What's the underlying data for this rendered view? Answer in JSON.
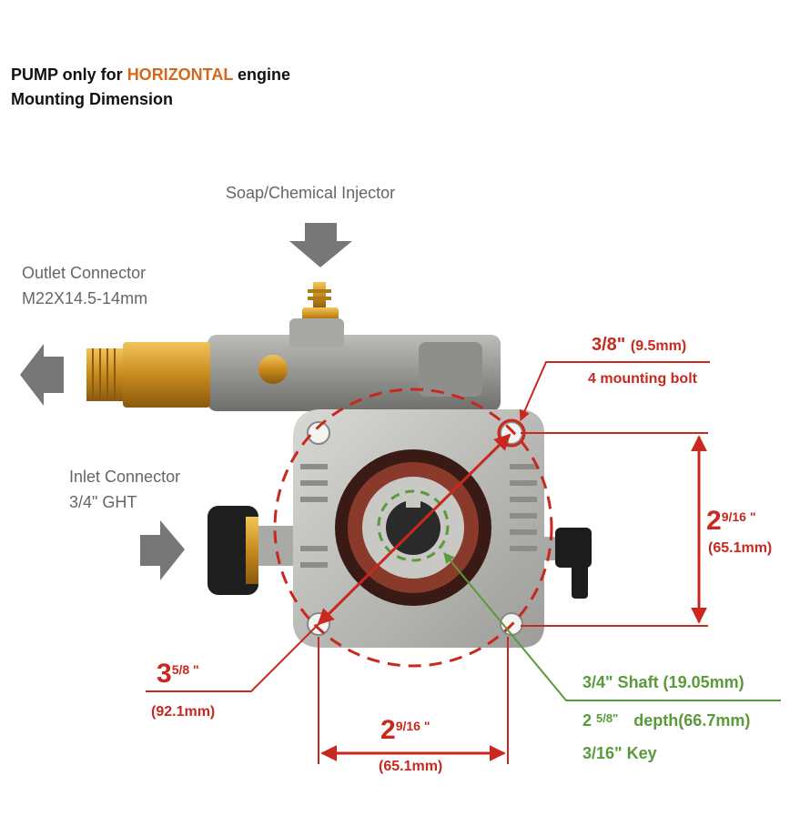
{
  "header": {
    "line1_prefix": "PUMP only for ",
    "line1_highlight": "HORIZONTAL",
    "line1_suffix": " engine",
    "line2": "Mounting Dimension"
  },
  "labels": {
    "soap_injector": "Soap/Chemical Injector",
    "outlet_line1": "Outlet Connector",
    "outlet_line2": "M22X14.5-14mm",
    "inlet_line1": "Inlet Connector",
    "inlet_line2": "3/4\" GHT"
  },
  "dimensions": {
    "bolt_size": "3/8\"",
    "bolt_size_mm": "(9.5mm)",
    "bolt_note": "4 mounting bolt",
    "vertical_whole": "2",
    "vertical_frac": "9/16 \"",
    "vertical_mm": "(65.1mm)",
    "diagonal_whole": "3",
    "diagonal_frac": "5/8 \"",
    "diagonal_mm": "(92.1mm)",
    "horizontal_whole": "2",
    "horizontal_frac": "9/16 \"",
    "horizontal_mm": "(65.1mm)"
  },
  "shaft": {
    "line1": "3/4\" Shaft  (19.05mm)",
    "line2_a": "2",
    "line2_frac": "5/8\"",
    "line2_b": "depth",
    "line2_c": "(66.7mm)",
    "line3": "3/16\" Key"
  },
  "colors": {
    "accent_red": "#c8281e",
    "accent_green": "#5a9a3a",
    "accent_orange": "#d2691e",
    "arrow_gray": "#777777"
  }
}
